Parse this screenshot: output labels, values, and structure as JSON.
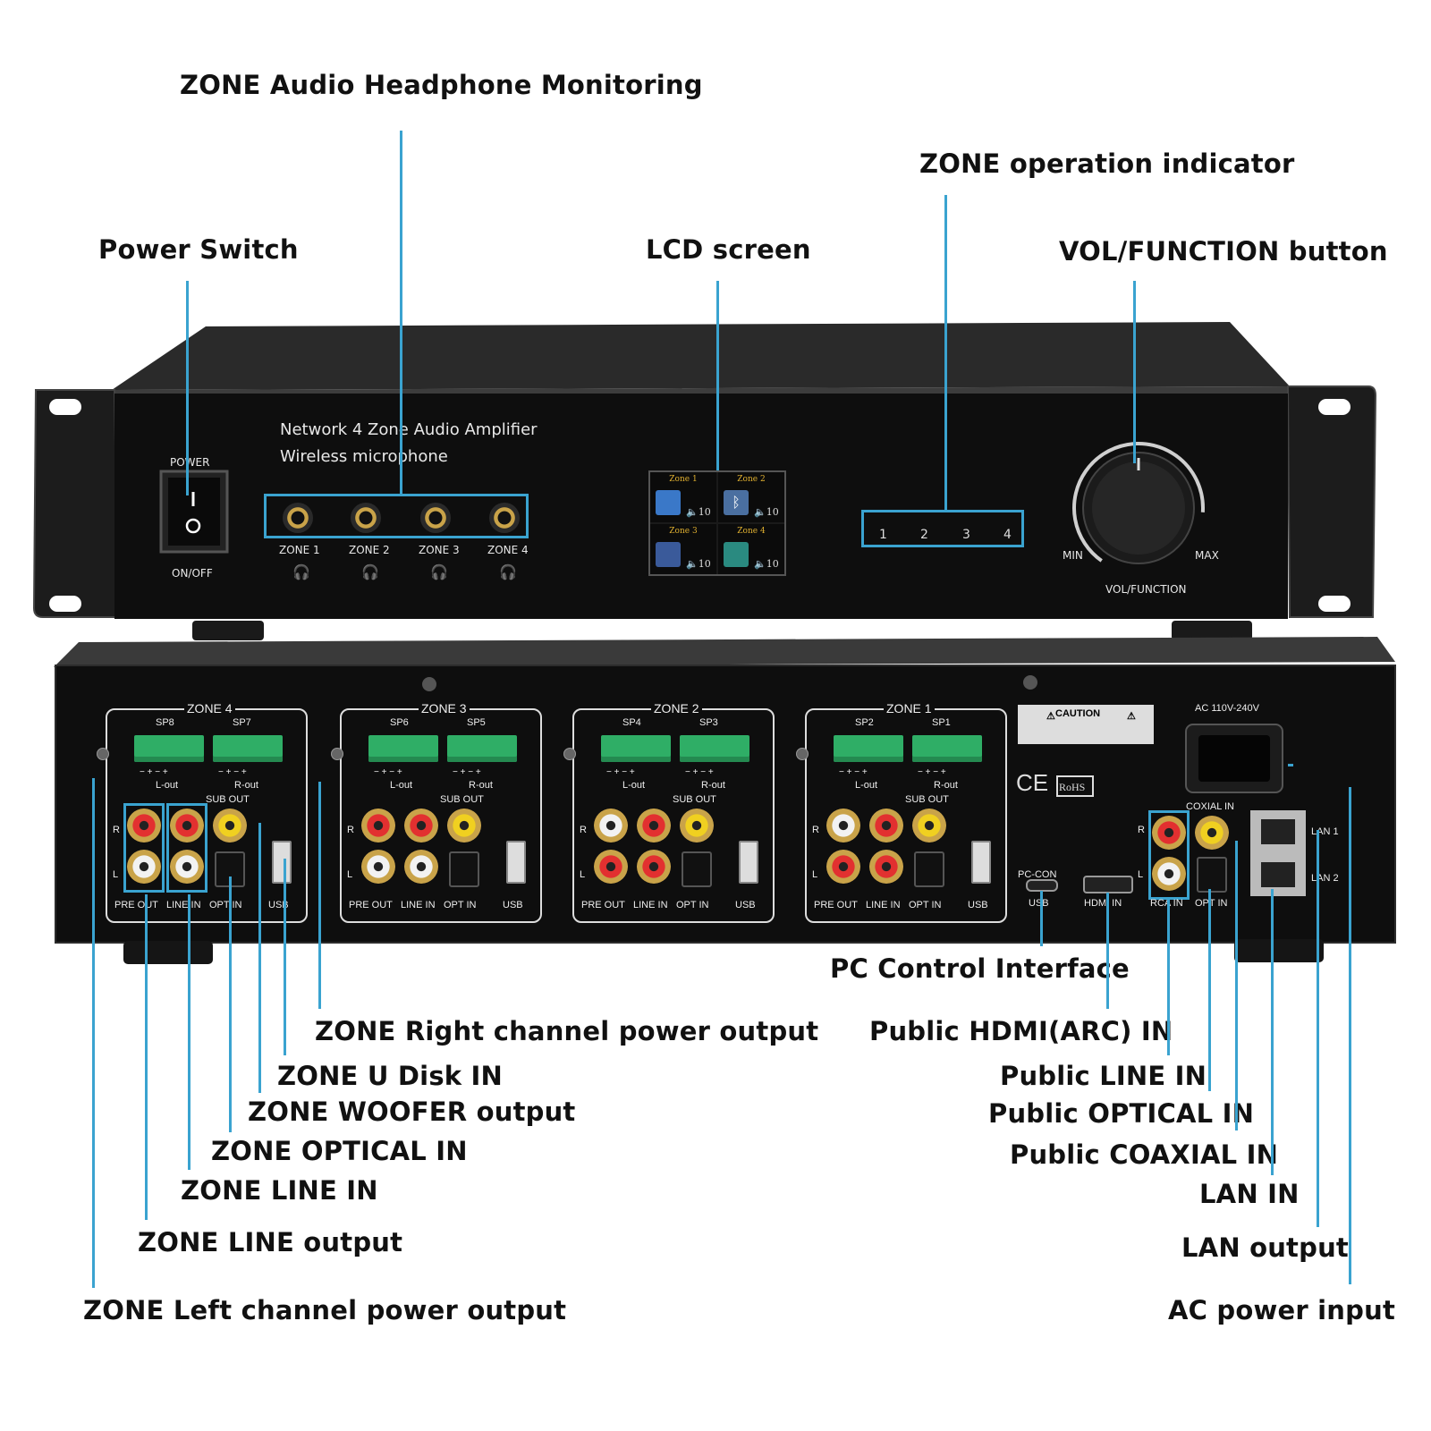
{
  "front": {
    "model_line1": "Network 4  Zone  Audio  Amplifier",
    "model_line2": "Wireless  microphone",
    "power_label": "POWER",
    "onoff_label": "ON/OFF",
    "zones": [
      "ZONE 1",
      "ZONE 2",
      "ZONE 3",
      "ZONE 4"
    ],
    "lcd": [
      {
        "zone": "Zone 1",
        "vol": "10"
      },
      {
        "zone": "Zone 2",
        "vol": "10"
      },
      {
        "zone": "Zone 3",
        "vol": "10"
      },
      {
        "zone": "Zone 4",
        "vol": "10"
      }
    ],
    "indicators": [
      "1",
      "2",
      "3",
      "4"
    ],
    "knob_min": "MIN",
    "knob_max": "MAX",
    "knob_label": "VOL/FUNCTION"
  },
  "rear": {
    "zones": [
      {
        "name": "ZONE 4",
        "sp_a": "SP8",
        "sp_b": "SP7"
      },
      {
        "name": "ZONE 3",
        "sp_a": "SP6",
        "sp_b": "SP5"
      },
      {
        "name": "ZONE 2",
        "sp_a": "SP4",
        "sp_b": "SP3"
      },
      {
        "name": "ZONE 1",
        "sp_a": "SP2",
        "sp_b": "SP1"
      }
    ],
    "l_out": "L-out",
    "r_out": "R-out",
    "polarity": "−  +  −  +",
    "sub_out": "SUB OUT",
    "pre_out": "PRE OUT",
    "line_in": "LINE IN",
    "opt_in": "OPT IN",
    "usb": "USB",
    "r": "R",
    "l": "L",
    "caution": "CAUTION",
    "ac": "AC 110V-240V",
    "coaxial_in": "COXIAL IN",
    "pc_con": "PC-CON",
    "hdmi_in": "HDMI IN",
    "rca_in": "RCA IN",
    "lan1": "LAN 1",
    "lan2": "LAN 2"
  },
  "callouts": {
    "headphone": "ZONE Audio Headphone Monitoring",
    "indicator": "ZONE operation indicator",
    "power_switch": "Power Switch",
    "lcd": "LCD screen",
    "vol": "VOL/FUNCTION button",
    "pc_control": "PC Control Interface",
    "right_power": "ZONE Right channel power output",
    "hdmi": "Public HDMI(ARC) IN",
    "udisk": "ZONE U Disk IN",
    "public_line": "Public LINE IN",
    "woofer": "ZONE WOOFER output",
    "public_optical": "Public OPTICAL IN",
    "zone_optical": "ZONE OPTICAL IN",
    "public_coaxial": "Public COAXIAL IN",
    "zone_line_in": "ZONE LINE IN",
    "lan_in": "LAN IN",
    "zone_line_out": "ZONE LINE output",
    "lan_out": "LAN output",
    "left_power": "ZONE Left channel power output",
    "ac_input": "AC power input"
  },
  "colors": {
    "leader": "#3aa3d0",
    "chassis": "#111111",
    "terminal": "#2fae66"
  }
}
